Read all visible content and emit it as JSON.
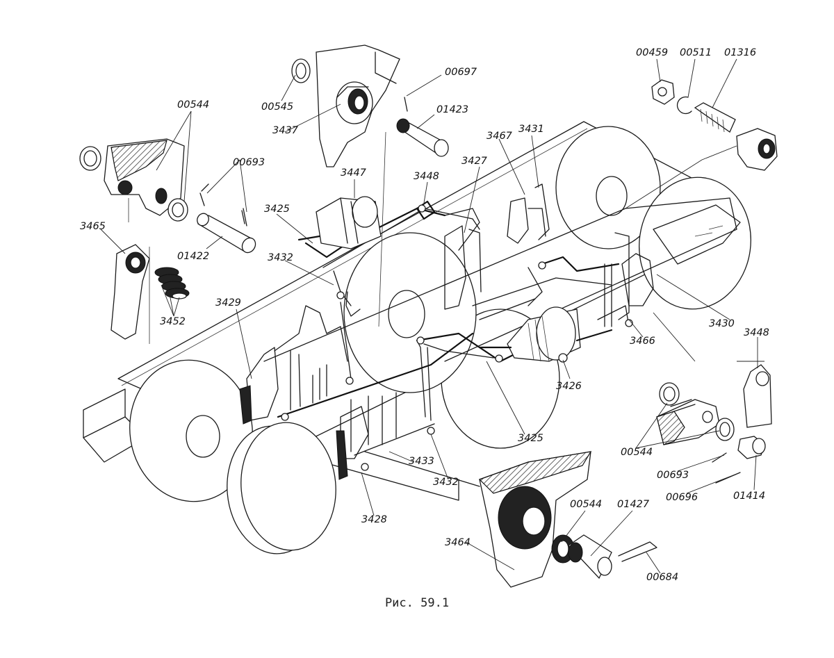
{
  "caption": "Рис. 59.1",
  "callouts": [
    {
      "id": "c-00544-a",
      "text": "00544"
    },
    {
      "id": "c-00693-a",
      "text": "00693"
    },
    {
      "id": "c-3465",
      "text": "3465"
    },
    {
      "id": "c-01422",
      "text": "01422"
    },
    {
      "id": "c-3452",
      "text": "3452"
    },
    {
      "id": "c-3429",
      "text": "3429"
    },
    {
      "id": "c-3425-a",
      "text": "3425"
    },
    {
      "id": "c-3432-a",
      "text": "3432"
    },
    {
      "id": "c-00545",
      "text": "00545"
    },
    {
      "id": "c-3437",
      "text": "3437"
    },
    {
      "id": "c-00697",
      "text": "00697"
    },
    {
      "id": "c-01423",
      "text": "01423"
    },
    {
      "id": "c-3447",
      "text": "3447"
    },
    {
      "id": "c-3448-a",
      "text": "3448"
    },
    {
      "id": "c-3427",
      "text": "3427"
    },
    {
      "id": "c-3467",
      "text": "3467"
    },
    {
      "id": "c-3431",
      "text": "3431"
    },
    {
      "id": "c-00459",
      "text": "00459"
    },
    {
      "id": "c-00511",
      "text": "00511"
    },
    {
      "id": "c-01316",
      "text": "01316"
    },
    {
      "id": "c-3430",
      "text": "3430"
    },
    {
      "id": "c-3448-b",
      "text": "3448"
    },
    {
      "id": "c-3466",
      "text": "3466"
    },
    {
      "id": "c-3426",
      "text": "3426"
    },
    {
      "id": "c-3425-b",
      "text": "3425"
    },
    {
      "id": "c-3433",
      "text": "3433"
    },
    {
      "id": "c-3432-b",
      "text": "3432"
    },
    {
      "id": "c-3428",
      "text": "3428"
    },
    {
      "id": "c-00544-b",
      "text": "00544"
    },
    {
      "id": "c-00693-b",
      "text": "00693"
    },
    {
      "id": "c-00696",
      "text": "00696"
    },
    {
      "id": "c-01414",
      "text": "01414"
    },
    {
      "id": "c-3464",
      "text": "3464"
    },
    {
      "id": "c-00544-c",
      "text": "00544"
    },
    {
      "id": "c-01427",
      "text": "01427"
    },
    {
      "id": "c-00684",
      "text": "00684"
    }
  ]
}
